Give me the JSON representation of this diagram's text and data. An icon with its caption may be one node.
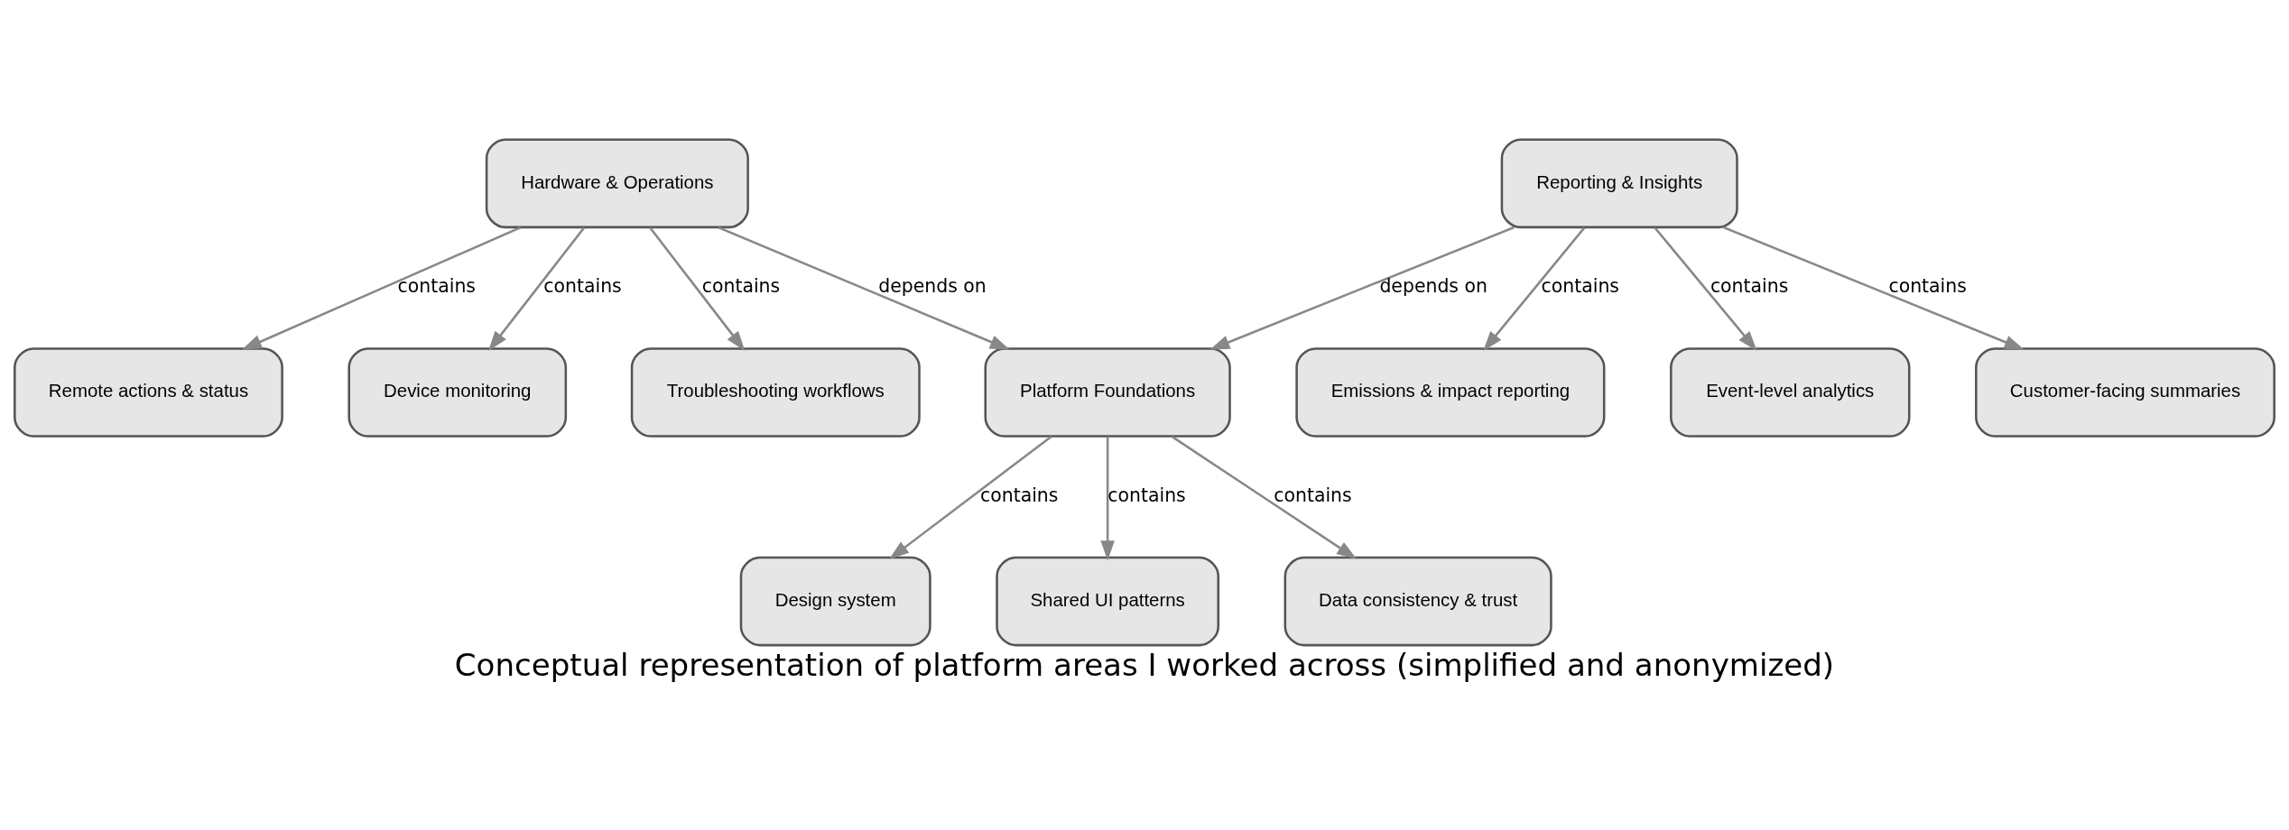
{
  "diagram": {
    "caption": "Conceptual representation of platform areas I worked across (simplified and anonymized)",
    "nodes": [
      {
        "text": [
          "Hardware & Operations"
        ]
      },
      {
        "text": [
          "Reporting & Insights"
        ]
      },
      {
        "text": [
          "Remote actions & status"
        ]
      },
      {
        "text": [
          "Device monitoring"
        ]
      },
      {
        "text": [
          "Troubleshooting workflows"
        ]
      },
      {
        "text": [
          "Platform Foundations"
        ]
      },
      {
        "text": [
          "Emissions & impact reporting"
        ]
      },
      {
        "text": [
          "Event-level analytics"
        ]
      },
      {
        "text": [
          "Customer-facing summaries"
        ]
      },
      {
        "text": [
          "Design system"
        ]
      },
      {
        "text": [
          "Shared UI patterns"
        ]
      },
      {
        "text": [
          "Data consistency & trust"
        ]
      }
    ],
    "edges": [
      {
        "from": 0,
        "to": 2,
        "arrow": "to",
        "label": "contains"
      },
      {
        "from": 0,
        "to": 3,
        "arrow": "to",
        "label": "contains"
      },
      {
        "from": 0,
        "to": 4,
        "arrow": "to",
        "label": "contains"
      },
      {
        "from": 0,
        "to": 5,
        "arrow": "to",
        "label": "depends on"
      },
      {
        "from": 1,
        "to": 5,
        "arrow": "to",
        "label": "depends on"
      },
      {
        "from": 1,
        "to": 6,
        "arrow": "to",
        "label": "contains"
      },
      {
        "from": 1,
        "to": 7,
        "arrow": "to",
        "label": "contains"
      },
      {
        "from": 1,
        "to": 8,
        "arrow": "to",
        "label": "contains"
      },
      {
        "from": 5,
        "to": 9,
        "arrow": "to",
        "label": "contains"
      },
      {
        "from": 5,
        "to": 10,
        "arrow": "to",
        "label": "contains"
      },
      {
        "from": 5,
        "to": 11,
        "arrow": "to",
        "label": "contains"
      }
    ]
  }
}
